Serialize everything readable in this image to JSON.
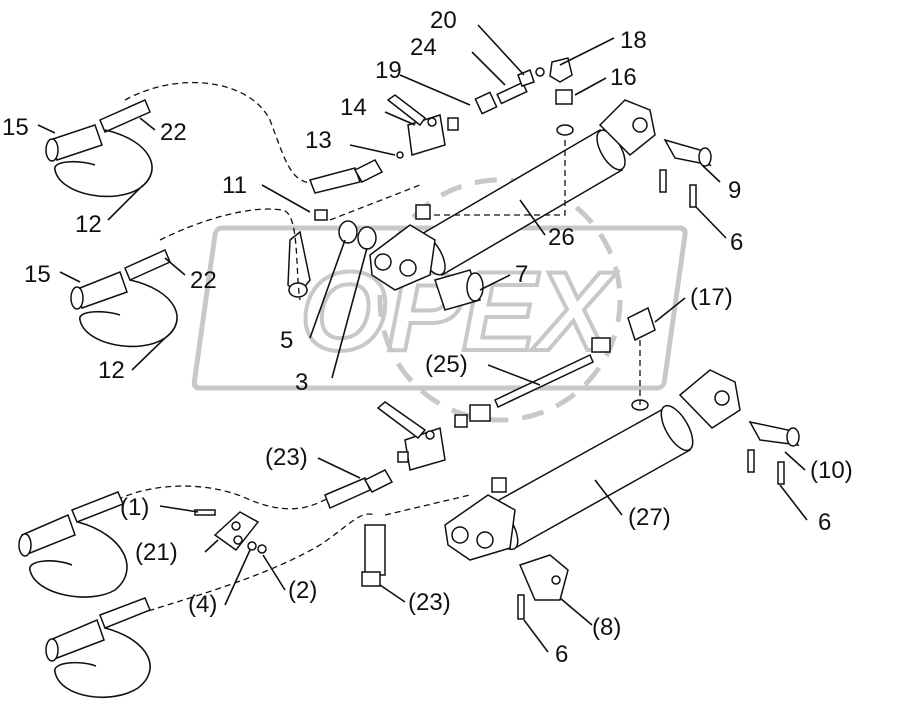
{
  "watermark": {
    "text": "OPEX"
  },
  "callouts": {
    "c20": "20",
    "c18": "18",
    "c24": "24",
    "c19": "19",
    "c16": "16",
    "c14": "14",
    "c15a": "15",
    "c22a": "22",
    "c13": "13",
    "c9": "9",
    "c11": "11",
    "c12a": "12",
    "c26": "26",
    "c6a": "6",
    "c15b": "15",
    "c22b": "22",
    "c7": "7",
    "c17": "(17)",
    "c5": "5",
    "c12b": "12",
    "c25": "(25)",
    "c3": "3",
    "c23a": "(23)",
    "c10": "(10)",
    "c1": "(1)",
    "c27": "(27)",
    "c6b": "6",
    "c21": "(21)",
    "c4": "(4)",
    "c2": "(2)",
    "c23b": "(23)",
    "c8": "(8)",
    "c6c": "6"
  }
}
